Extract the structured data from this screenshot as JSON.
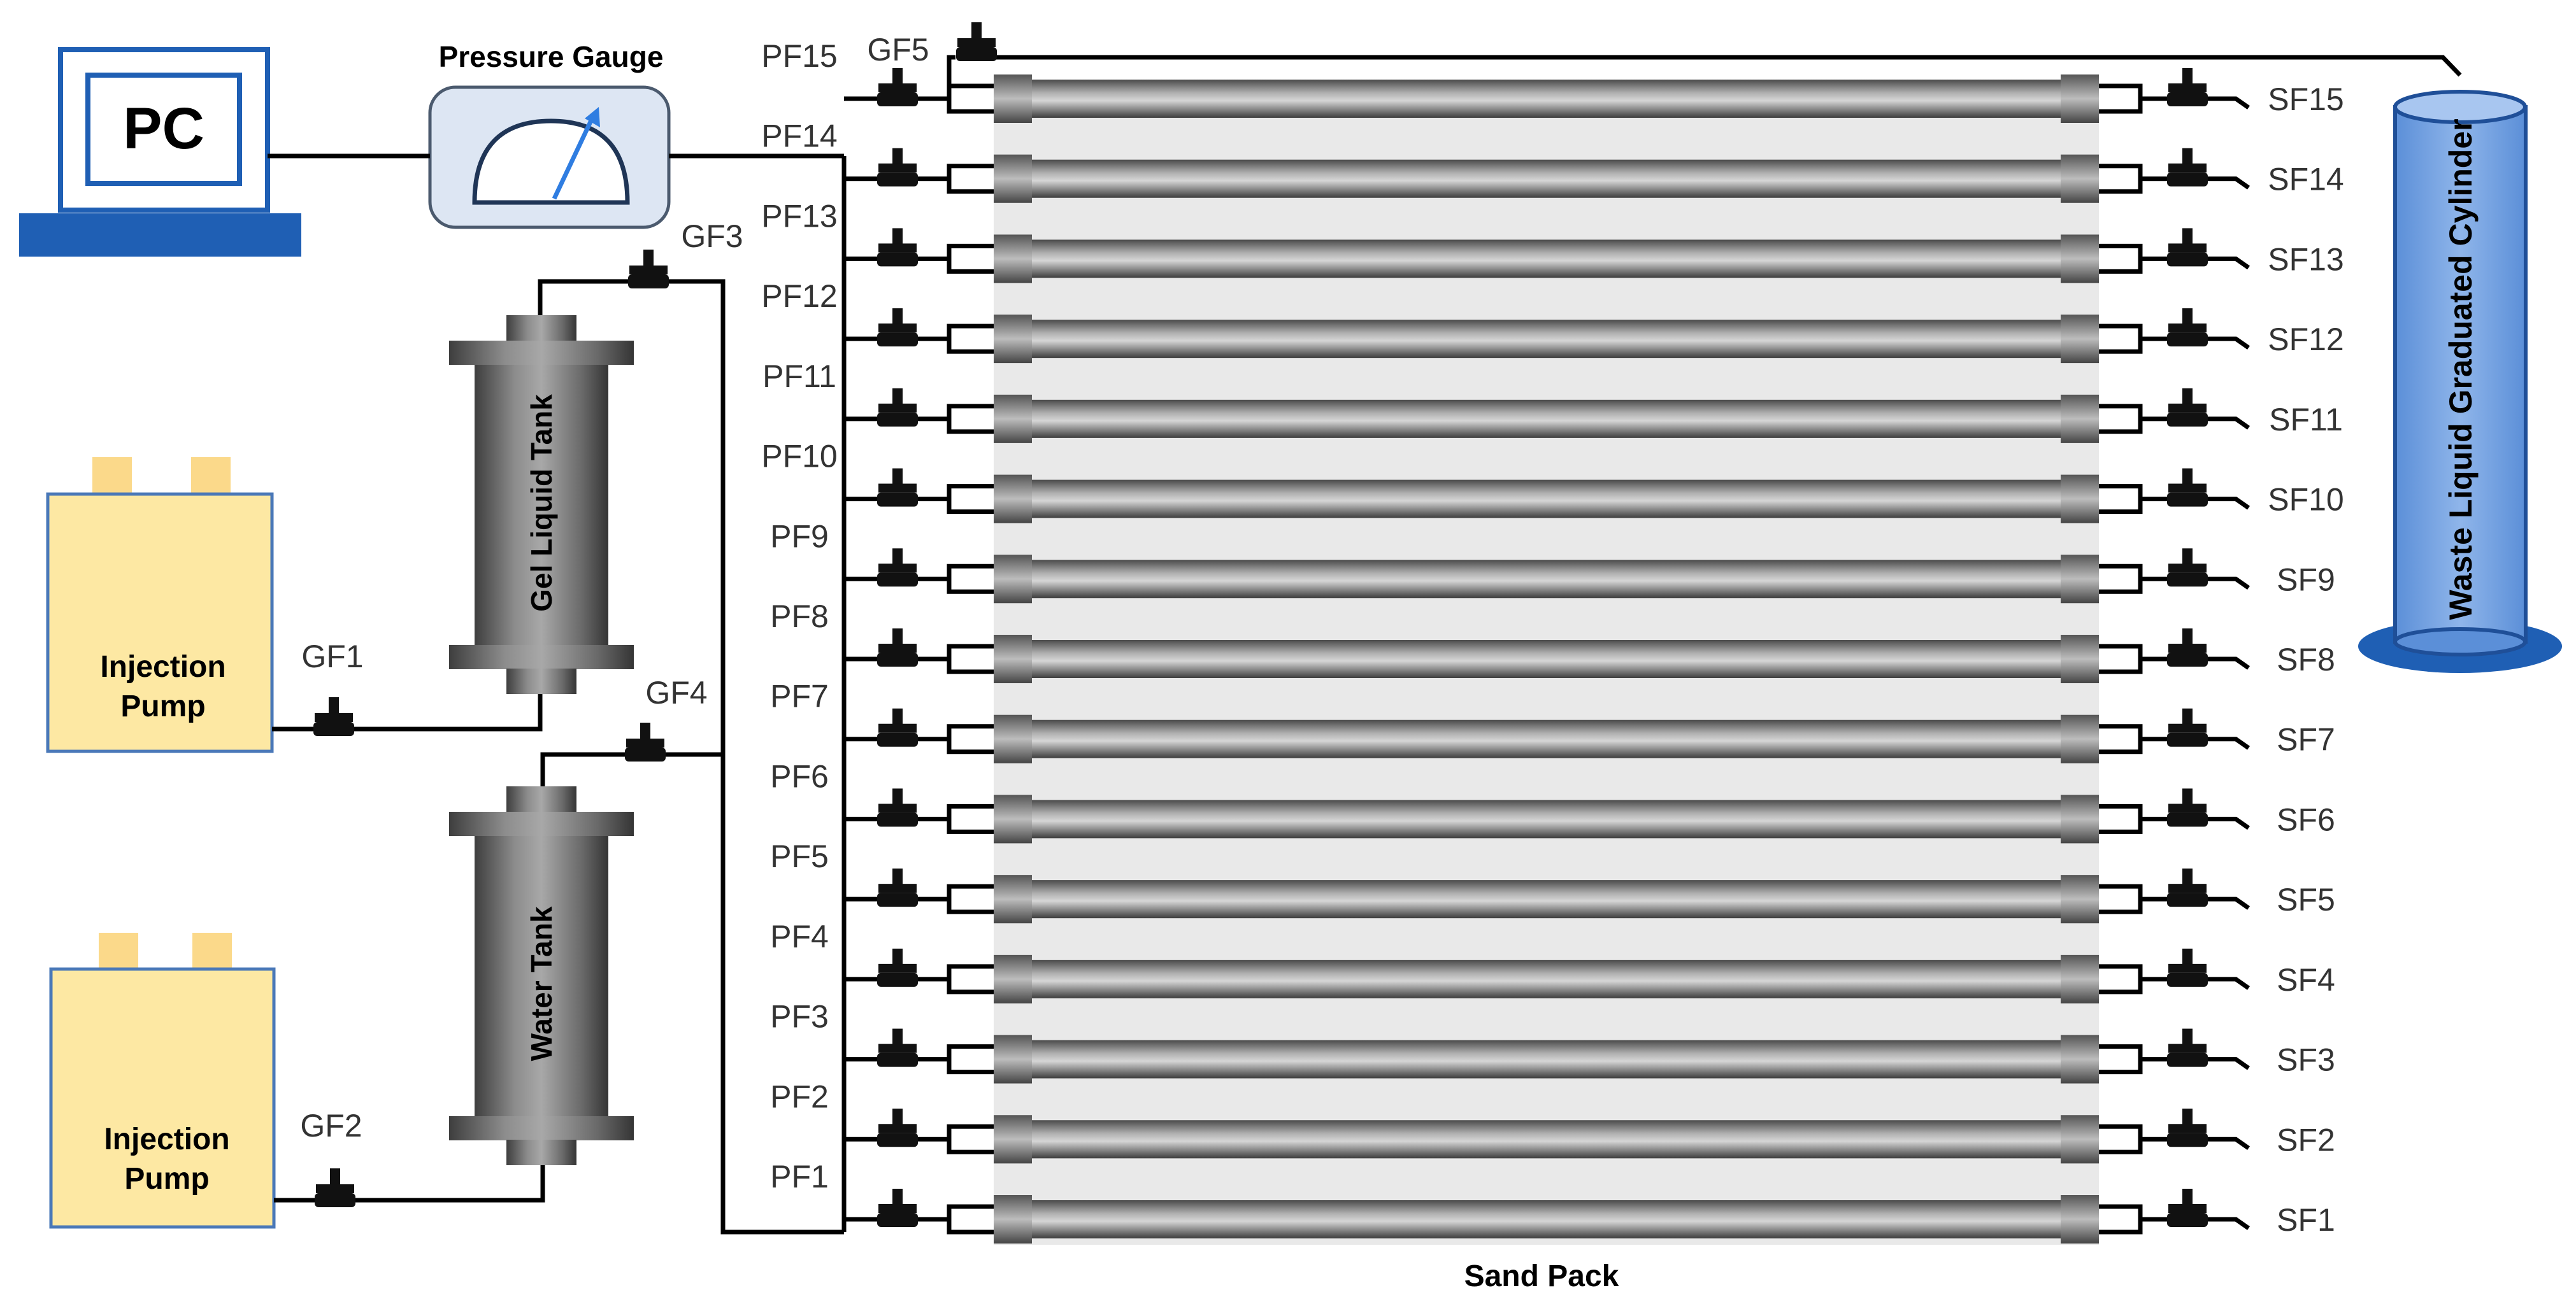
{
  "pc": {
    "label": "PC"
  },
  "gauge": {
    "label": "Pressure Gauge"
  },
  "pumps": [
    {
      "line1": "Injection",
      "line2": "Pump"
    },
    {
      "line1": "Injection",
      "line2": "Pump"
    }
  ],
  "tanks": {
    "gel": {
      "label": "Gel Liquid Tank"
    },
    "water": {
      "label": "Water Tank"
    }
  },
  "cylinder": {
    "label": "Waste Liquid Graduated Cylinder"
  },
  "sandpack": {
    "label": "Sand Pack",
    "inlet_labels": [
      "PF15",
      "PF14",
      "PF13",
      "PF12",
      "PF11",
      "PF10",
      "PF9",
      "PF8",
      "PF7",
      "PF6",
      "PF5",
      "PF4",
      "PF3",
      "PF2",
      "PF1"
    ],
    "outlet_labels": [
      "SF15",
      "SF14",
      "SF13",
      "SF12",
      "SF11",
      "SF10",
      "SF9",
      "SF8",
      "SF7",
      "SF6",
      "SF5",
      "SF4",
      "SF3",
      "SF2",
      "SF1"
    ]
  },
  "valves": {
    "gf1": "GF1",
    "gf2": "GF2",
    "gf3": "GF3",
    "gf4": "GF4",
    "gf5": "GF5"
  },
  "colors": {
    "pc_blue": "#1f5fb4",
    "gauge_fill": "#dde6f3",
    "gauge_needle": "#2f7de1",
    "pump_fill": "#fde8a3",
    "pump_cap": "#fbd98a",
    "cylinder_fill": "#7aa5e0",
    "cylinder_base": "#1f5fb4",
    "tube_dark": "#5a5a5a",
    "tube_light": "#d8d8d8",
    "valve": "#111111"
  }
}
